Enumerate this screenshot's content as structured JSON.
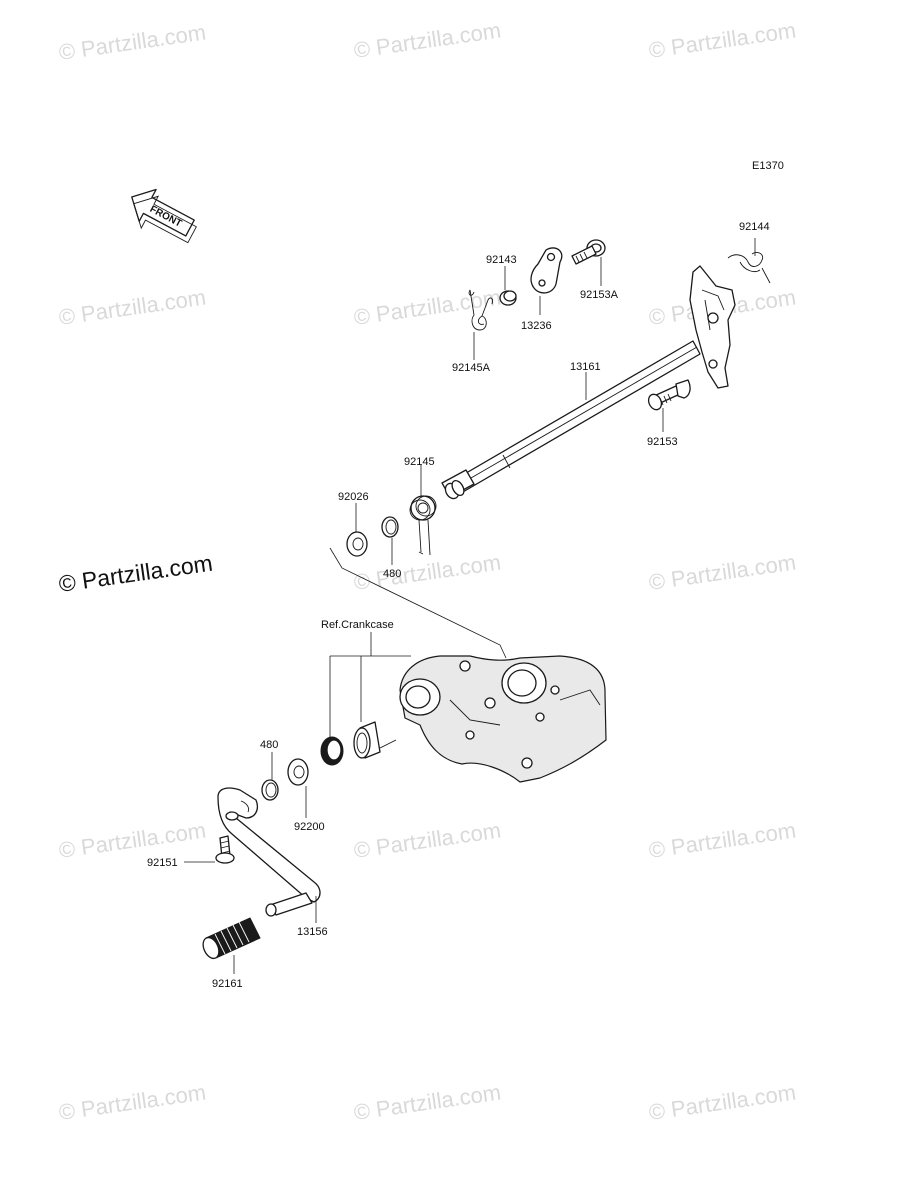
{
  "diagram_code": "E1370",
  "front_label": "FRONT",
  "ref_label": "Ref.Crankcase",
  "watermark": "© Partzilla.com",
  "parts": {
    "p92144": "92144",
    "p92143": "92143",
    "p13236": "13236",
    "p92153a": "92153A",
    "p92145a": "92145A",
    "p13161": "13161",
    "p92153": "92153",
    "p92145": "92145",
    "p92026": "92026",
    "p480_top": "480",
    "p480_bottom": "480",
    "p92200": "92200",
    "p92151": "92151",
    "p13156": "13156",
    "p92161": "92161"
  }
}
